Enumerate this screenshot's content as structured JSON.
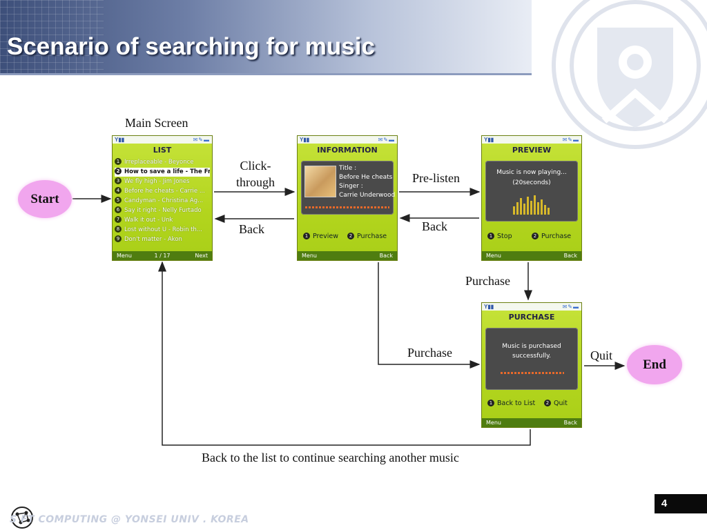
{
  "slide": {
    "title": "Scenario of searching for music",
    "page_number": "4",
    "footer": "S FT COMPUTING @ YONSEI UNIV . KOREA"
  },
  "diagram": {
    "start_label": "Start",
    "end_label": "End",
    "main_screen_caption": "Main Screen",
    "edges": {
      "click_through_line1": "Click-",
      "click_through_line2": "through",
      "back_info_to_list": "Back",
      "pre_listen": "Pre-listen",
      "back_preview_to_info": "Back",
      "purchase_from_preview": "Purchase",
      "purchase_from_info": "Purchase",
      "quit": "Quit",
      "back_to_list": "Back to the list to continue searching another music"
    }
  },
  "screens": {
    "list": {
      "header": "LIST",
      "items": [
        {
          "num": "1",
          "text": "Irreplaceable - Beyonce"
        },
        {
          "num": "2",
          "text": "How to save a life - The Fr..."
        },
        {
          "num": "3",
          "text": "We fly high - Jim Jones"
        },
        {
          "num": "4",
          "text": "Before he cheats - Carrie ..."
        },
        {
          "num": "5",
          "text": "Candyman - Christina Ag..."
        },
        {
          "num": "6",
          "text": "Say it right - Nelly Furtado"
        },
        {
          "num": "7",
          "text": "Walk it out - Unk"
        },
        {
          "num": "8",
          "text": "Lost without U - Robin th..."
        },
        {
          "num": "9",
          "text": "Don't matter - Akon"
        }
      ],
      "selected_index": 1,
      "footer_left": "Menu",
      "footer_mid": "1 / 17",
      "footer_right": "Next"
    },
    "information": {
      "header": "INFORMATION",
      "title_label": "Title :",
      "title_value": "Before He cheats",
      "singer_label": "Singer :",
      "singer_value": "Carrie Underwood",
      "opt1_num": "1",
      "opt1": "Preview",
      "opt2_num": "2",
      "opt2": "Purchase",
      "footer_left": "Menu",
      "footer_right": "Back"
    },
    "preview": {
      "header": "PREVIEW",
      "message_line1": "Music is now playing...",
      "message_line2": "(20seconds)",
      "opt1_num": "1",
      "opt1": "Stop",
      "opt2_num": "2",
      "opt2": "Purchase",
      "footer_left": "Menu",
      "footer_right": "Back"
    },
    "purchase": {
      "header": "PURCHASE",
      "message_line1": "Music is purchased",
      "message_line2": "successfully.",
      "opt1_num": "1",
      "opt1": "Back to List",
      "opt2_num": "2",
      "opt2": "Quit",
      "footer_left": "Menu",
      "footer_right": "Back"
    }
  },
  "colors": {
    "screen_green": "#b3d51e",
    "footer_green": "#4f7d10",
    "oval_pink": "#f1a6ee",
    "header_blue": "#3d4f7a"
  }
}
